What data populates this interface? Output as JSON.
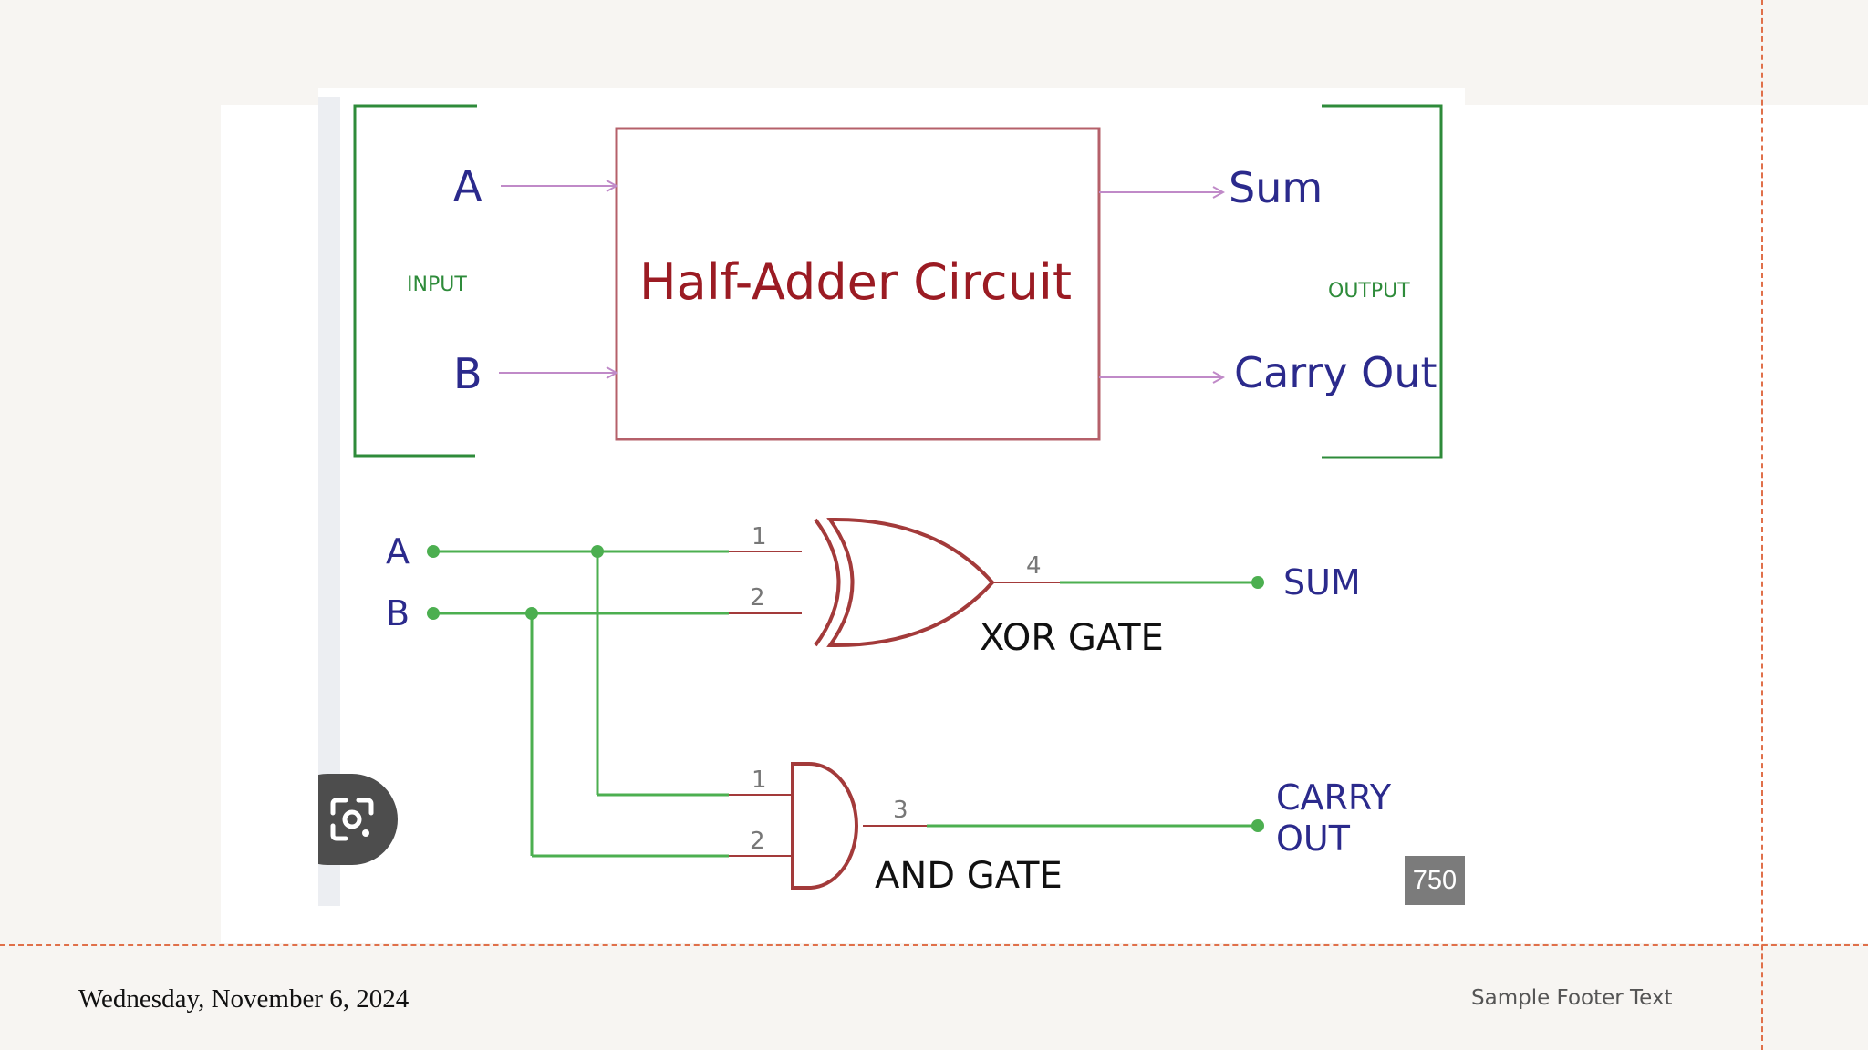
{
  "diagram": {
    "block": {
      "title": "Half-Adder Circuit",
      "input_a": "A",
      "input_b": "B",
      "input_label": "INPUT",
      "output_sum": "Sum",
      "output_carry": "Carry Out",
      "output_label": "OUTPUT"
    },
    "gates": {
      "input_a": "A",
      "input_b": "B",
      "xor_label": "XOR GATE",
      "and_label": "AND GATE",
      "xor_pin_1": "1",
      "xor_pin_2": "2",
      "xor_pin_out": "4",
      "and_pin_1": "1",
      "and_pin_2": "2",
      "and_pin_out": "3",
      "sum_label": "SUM",
      "carry_line1": "CARRY",
      "carry_line2": "OUT"
    },
    "colors": {
      "bracket": "#2e8b3a",
      "box": "#b5606a",
      "arrow": "#c08ac8",
      "title": "#9b1b23",
      "io_text": "#2b2a8c",
      "wire": "#4caf50",
      "gate": "#a33a3a",
      "pin_text": "#777777",
      "gate_text": "#111111"
    }
  },
  "overlay": {
    "badge": "750",
    "lens_icon": "camera-lens-icon"
  },
  "footer": {
    "date": "Wednesday, November 6, 2024",
    "text": "Sample Footer Text"
  }
}
